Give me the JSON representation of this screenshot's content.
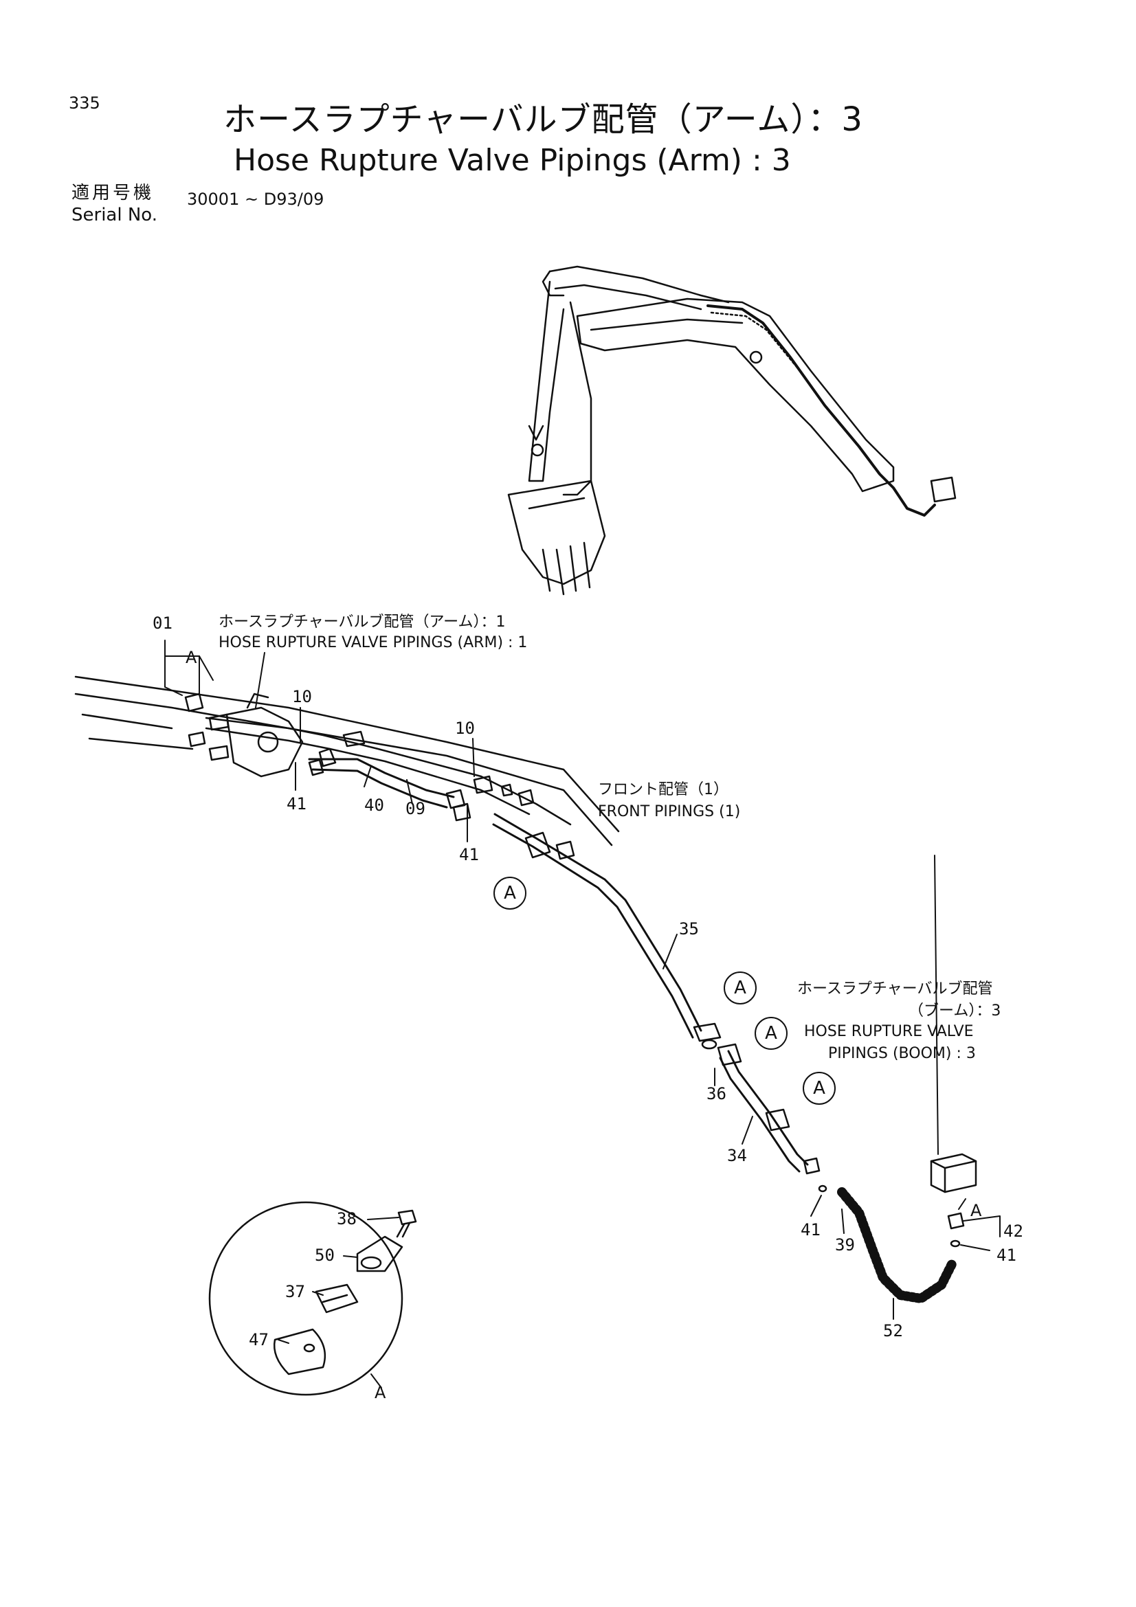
{
  "header": {
    "page_number": "335",
    "title_jp": "ホースラプチャーバルブ配管（アーム）：3",
    "title_en": "Hose Rupture Valve Pipings (Arm) : 3",
    "serial_label_jp": "適用号機",
    "serial_label_en": "Serial No.",
    "serial_range": "30001 ~ D93/09"
  },
  "references": {
    "arm1_jp": "ホースラプチャーバルブ配管（アーム）：1",
    "arm1_en": "HOSE RUPTURE VALVE PIPINGS (ARM) : 1",
    "front_jp": "フロント配管（1）",
    "front_en": "FRONT PIPINGS (1)",
    "boom_jp_1": "ホースラプチャーバルブ配管",
    "boom_jp_2": "（ブーム）：3",
    "boom_en_1": "HOSE RUPTURE VALVE",
    "boom_en_2": "PIPINGS (BOOM) : 3"
  },
  "part_numbers": {
    "p01": "01",
    "p10a": "10",
    "p10b": "10",
    "p41a": "41",
    "p40": "40",
    "p09": "09",
    "p41b": "41",
    "p35": "35",
    "p36": "36",
    "p34": "34",
    "p41c": "41",
    "p39": "39",
    "p52": "52",
    "p42": "42",
    "p41d": "41",
    "p38": "38",
    "p50": "50",
    "p37": "37",
    "p47": "47"
  },
  "detail_marks": {
    "a1": "A",
    "a2": "A",
    "a3": "A",
    "a4": "A",
    "a5": "A",
    "a6": "A",
    "a7": "A"
  }
}
